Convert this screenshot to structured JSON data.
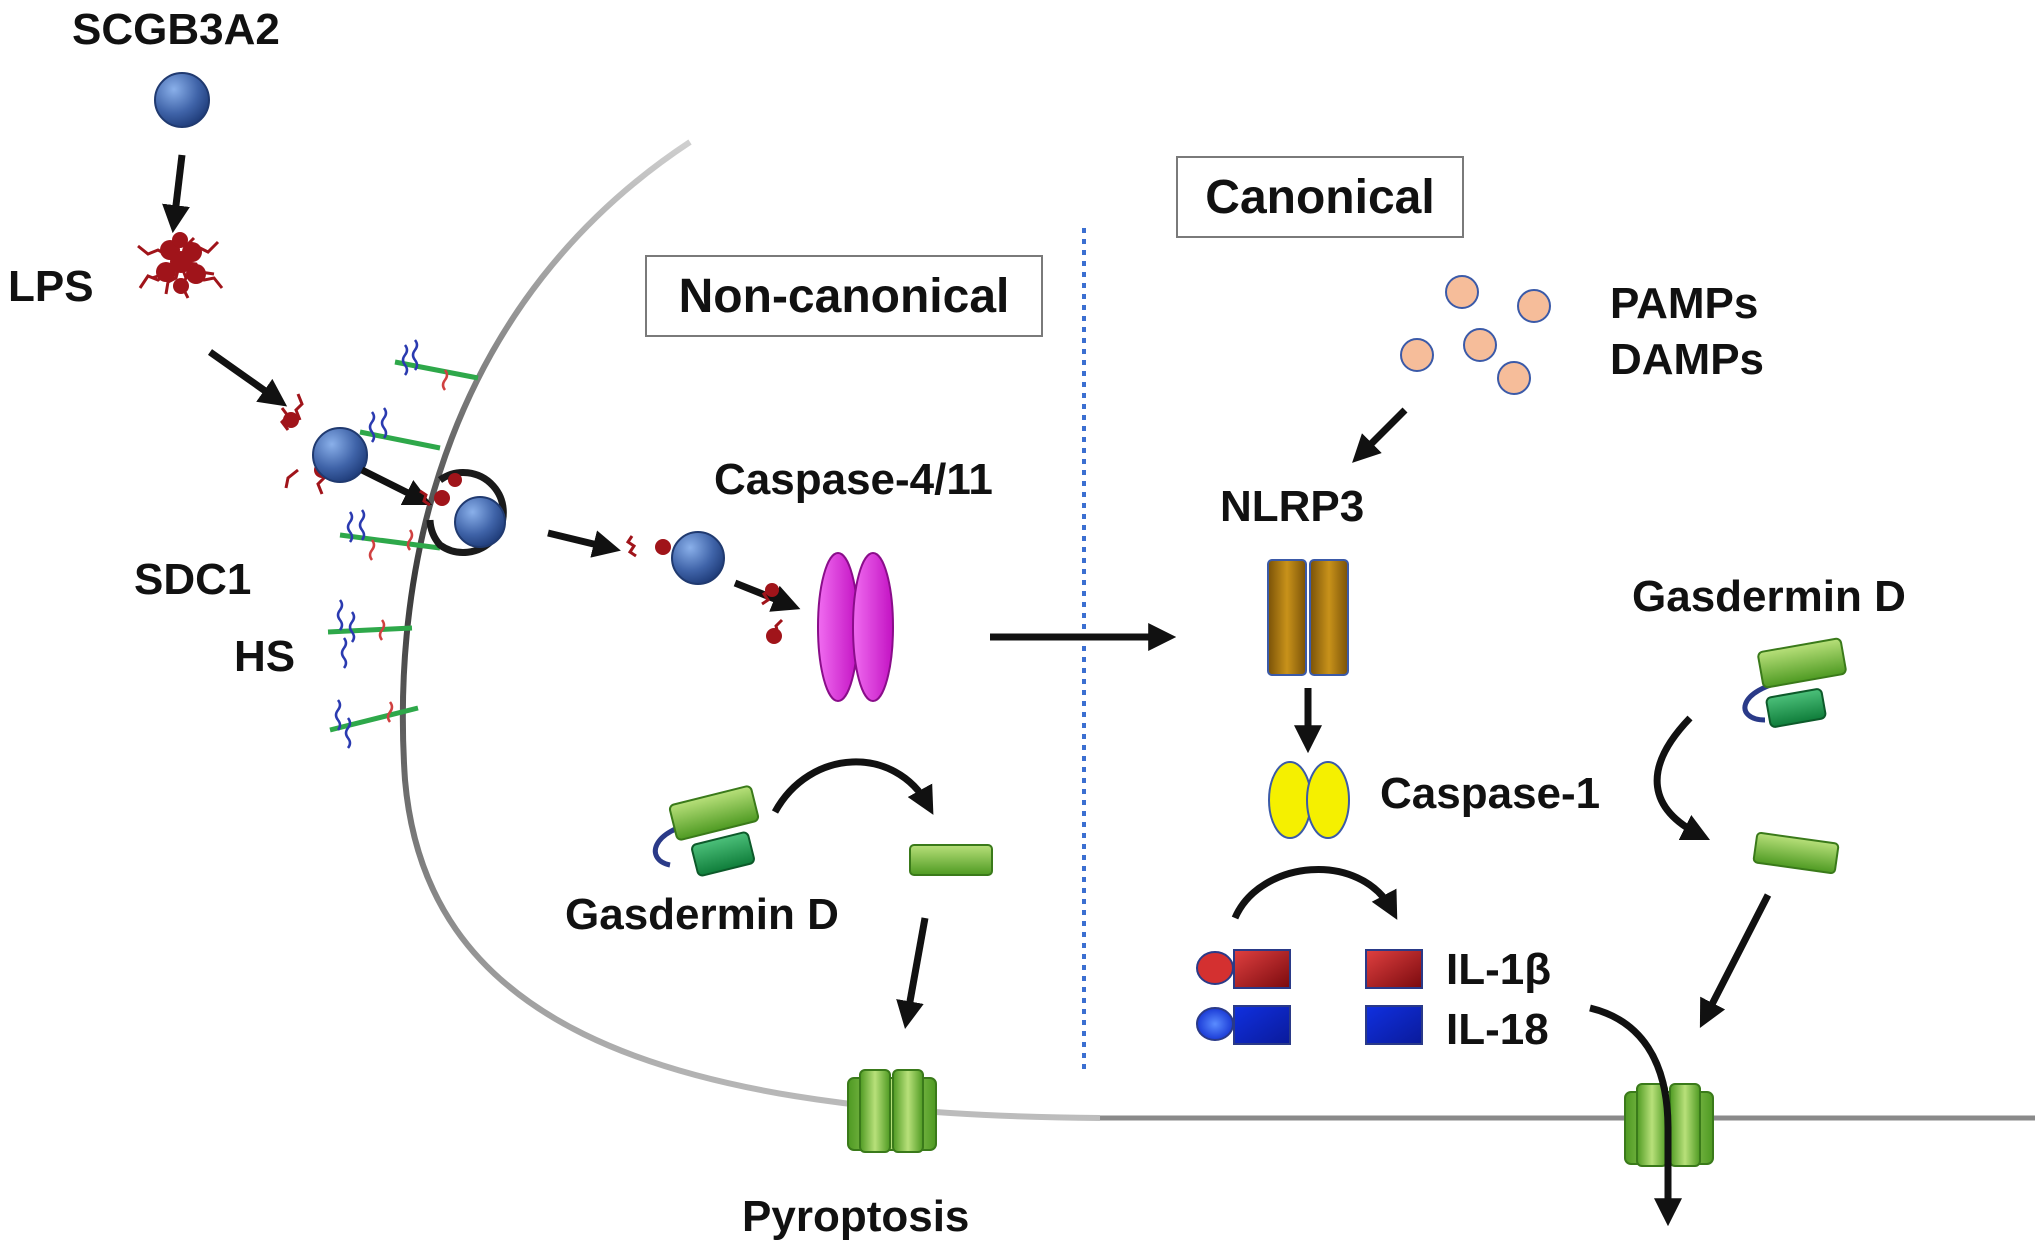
{
  "labels": {
    "scgb3a2": "SCGB3A2",
    "lps": "LPS",
    "sdc1": "SDC1",
    "hs": "HS",
    "non_canonical": "Non-canonical",
    "canonical": "Canonical",
    "caspase_4_11": "Caspase-4/11",
    "gasdermin_d_left": "Gasdermin D",
    "pyroptosis": "Pyroptosis",
    "pamps": "PAMPs",
    "damps": "DAMPs",
    "nlrp3": "NLRP3",
    "caspase_1": "Caspase-1",
    "gasdermin_d_right": "Gasdermin D",
    "il_1b": "IL-1β",
    "il_18": "IL-18"
  },
  "colors": {
    "scgb3a2_sphere": "#3f63a8",
    "lps": "#a0141a",
    "caspase_4_11": "#d11ad1",
    "nlrp3": "#a8780a",
    "caspase_1": "#f5f000",
    "pamps_damps": "#f6bd9a",
    "gasdermin_light": "#7dbf3a",
    "gasdermin_dark": "#1f9e4c",
    "il_1b": "#c0121a",
    "il_18": "#1a3ad6",
    "divider": "#3b6fd1",
    "membrane": "#8a8a8a"
  }
}
